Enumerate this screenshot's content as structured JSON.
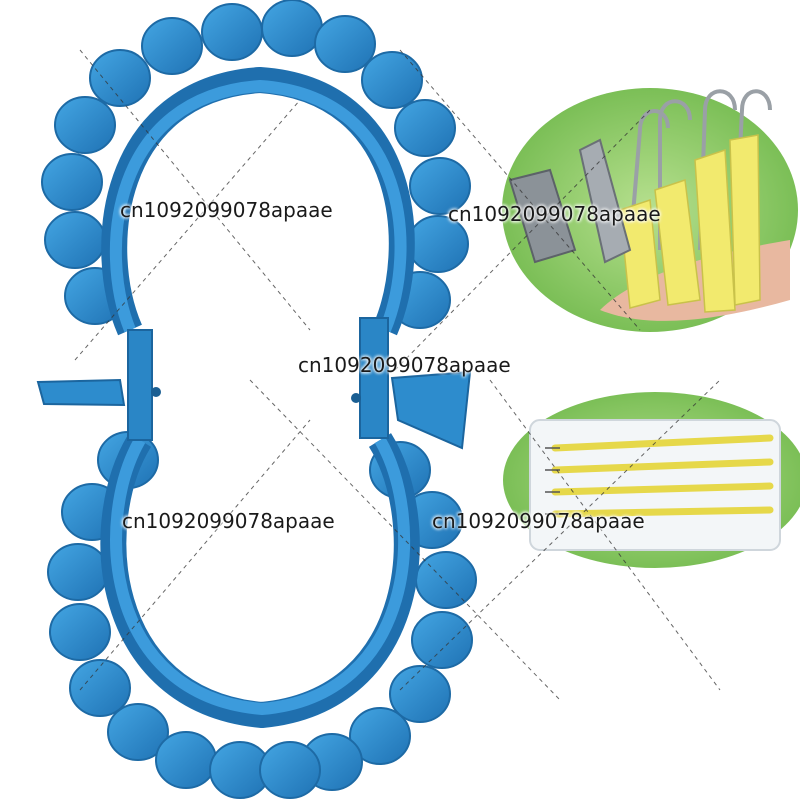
{
  "image": {
    "subject": "blue-retractor-ring-with-hooks",
    "colors": {
      "ring_blue": "#2f8fd0",
      "ring_dark": "#1e6fae",
      "inset_bg": "#8fcf6a",
      "hook_yellow": "#f0e060"
    }
  },
  "watermarks": [
    "cn1092099078apaae",
    "cn1092099078apaae",
    "cn1092099078apaae",
    "cn1092099078apaae",
    "cn1092099078apaae"
  ]
}
